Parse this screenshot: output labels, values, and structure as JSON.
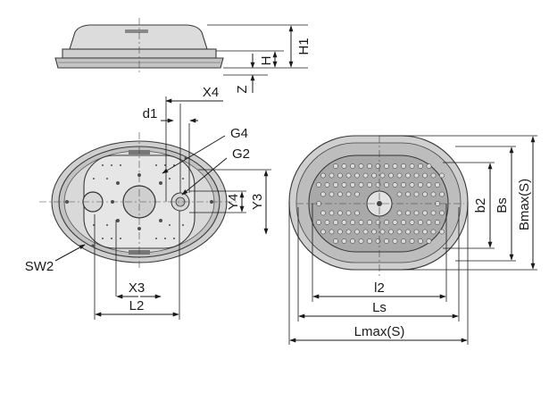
{
  "labels": {
    "H1": "H1",
    "H": "H",
    "Z": "Z",
    "X4": "X4",
    "d1": "d1",
    "G4": "G4",
    "G2": "G2",
    "Y4": "Y4",
    "Y3": "Y3",
    "SW2": "SW2",
    "X3": "X3",
    "L2": "L2",
    "b2": "b2",
    "Bs": "Bs",
    "Bmax": "Bmax(S)",
    "l2": "l2",
    "Ls": "Ls",
    "Lmax": "Lmax(S)"
  },
  "colors": {
    "ink": "#1a1a1a",
    "outer_shell": "#d2d2d2",
    "mid_shell": "#bdbdbd",
    "inner_plate": "#e6e6e6",
    "suction_face": "#a9a9a9",
    "dots": "#505050"
  }
}
